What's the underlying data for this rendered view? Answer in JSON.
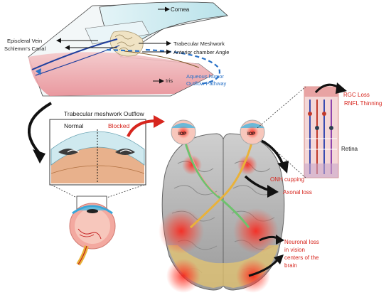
{
  "labels": {
    "cornea": "Cornea",
    "episcleral_vein": "Episcleral Vein",
    "schlemms_canal": "Schlemm's Canal",
    "trabecular_meshwork": "Trabecular Meshwork",
    "anterior_chamber_angle": "Anterior chamber Angle",
    "iris": "Iris",
    "aqueous_line1": "Aqueous humor",
    "aqueous_line2": "Outflow Pathway",
    "tm_outflow": "Trabecular meshwork Outflow",
    "normal": "Normal",
    "blocked": "Blocked",
    "iop_left": "IOP",
    "iop_right": "IOP",
    "rgc_loss": "RGC Loss",
    "rnfl_thinning": "RNFL Thinning",
    "retina": "Retina",
    "onh_cupping": "ONH cupping",
    "axonal_loss": "Axonal loss",
    "neuronal_line1": "Neuronal loss",
    "neuronal_line2": "in vision",
    "neuronal_line3": "centers of the",
    "neuronal_line4": "brain"
  },
  "colors": {
    "accent_red": "#d7261e",
    "aqueous_blue": "#2a72c7",
    "text_dark": "#1a1a1a"
  }
}
